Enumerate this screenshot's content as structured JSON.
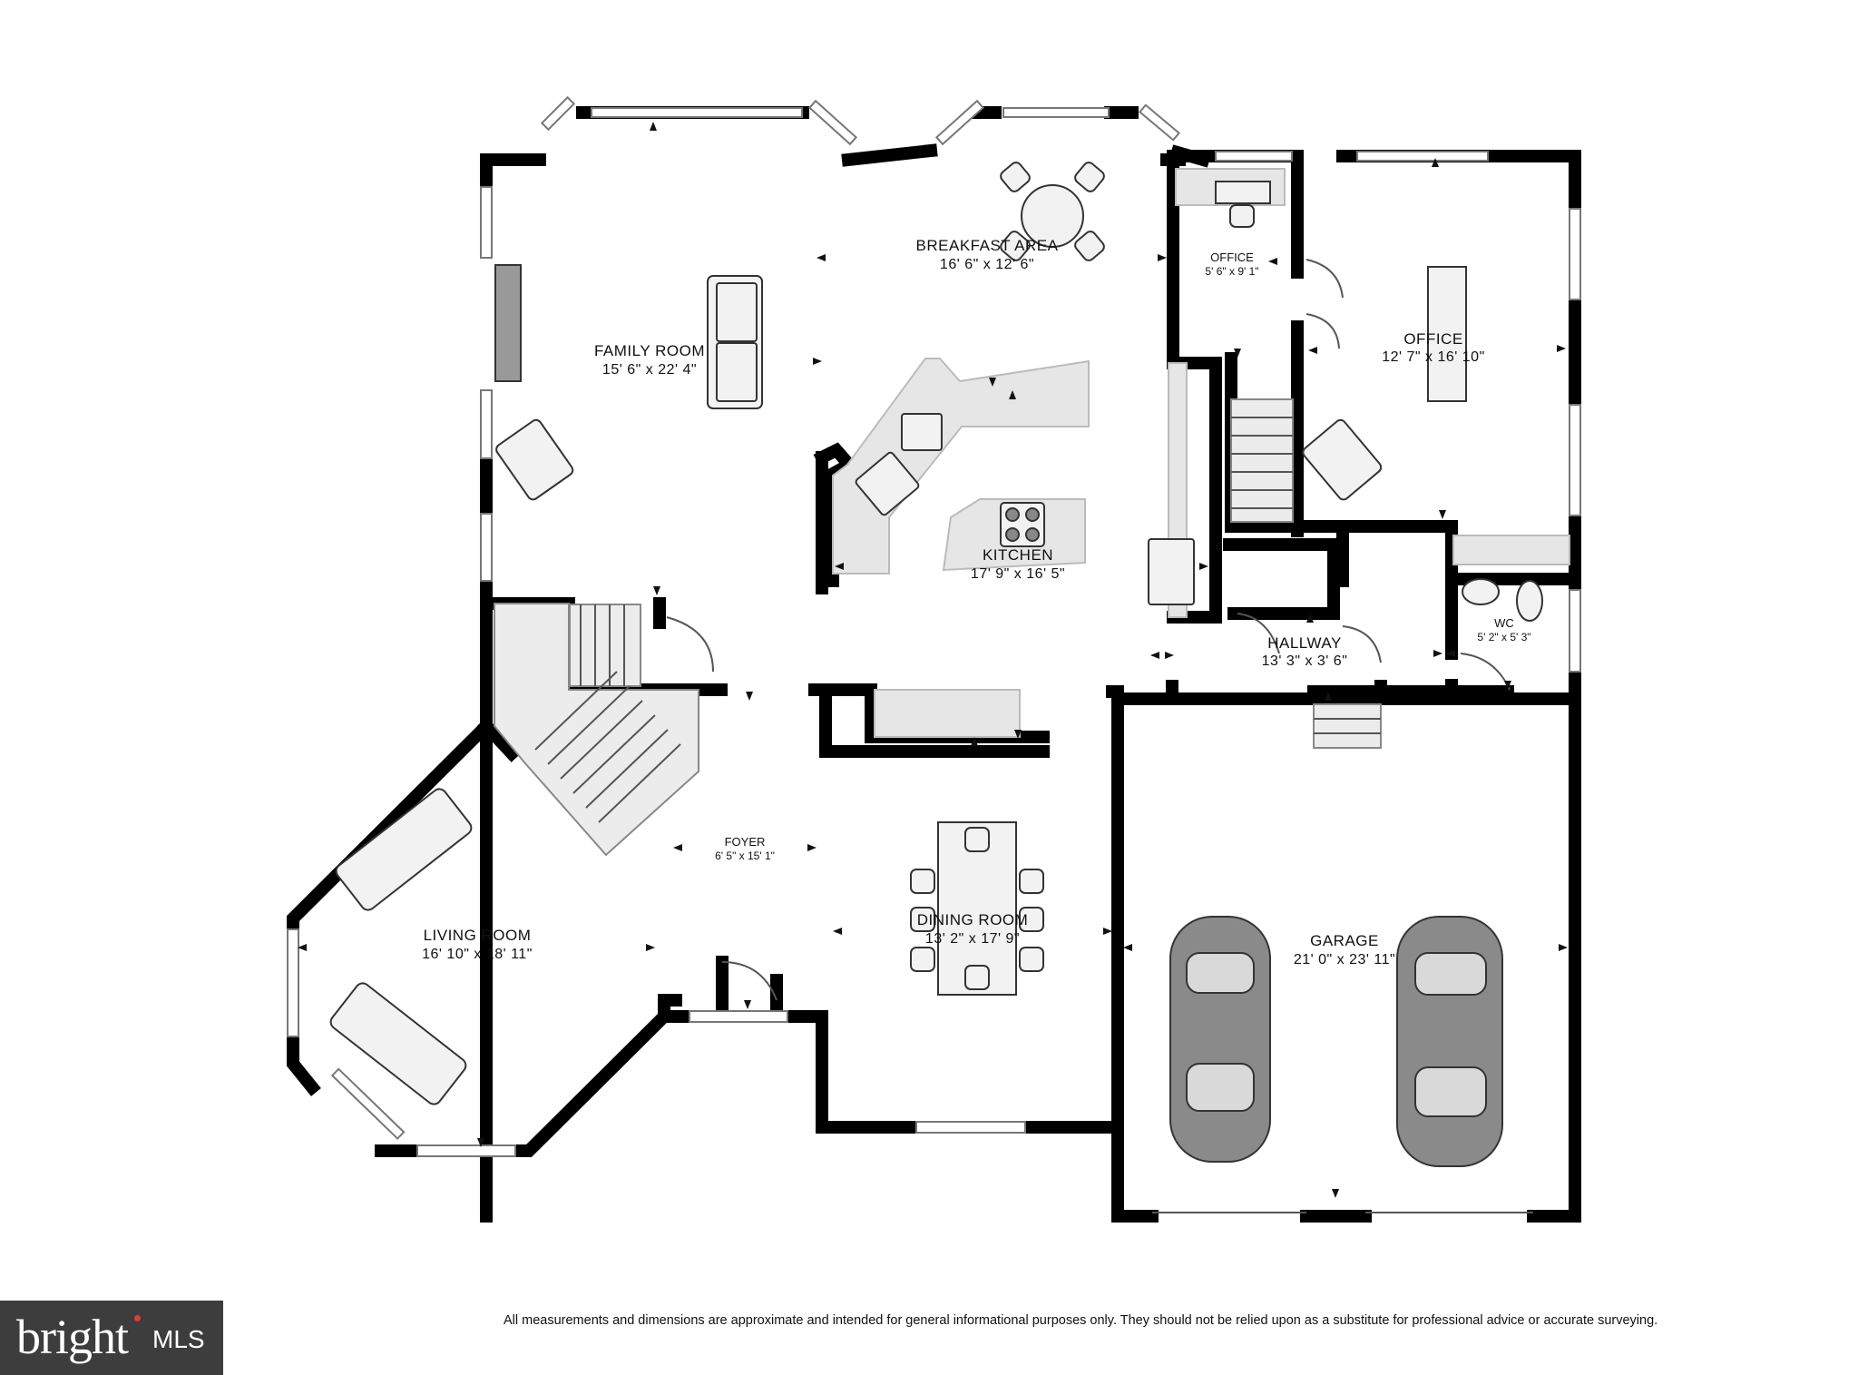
{
  "rooms": {
    "family_room": {
      "name": "FAMILY ROOM",
      "dims": "15' 6\" x 22' 4\""
    },
    "breakfast_area": {
      "name": "BREAKFAST AREA",
      "dims": "16' 6\" x 12' 6\""
    },
    "office_small": {
      "name": "OFFICE",
      "dims": "5' 6\" x 9' 1\""
    },
    "office_large": {
      "name": "OFFICE",
      "dims": "12' 7\" x 16' 10\""
    },
    "kitchen": {
      "name": "KITCHEN",
      "dims": "17' 9\" x 16' 5\""
    },
    "hallway": {
      "name": "HALLWAY",
      "dims": "13' 3\" x 3' 6\""
    },
    "wc": {
      "name": "WC",
      "dims": "5' 2\" x 5' 3\""
    },
    "foyer": {
      "name": "FOYER",
      "dims": "6' 5\" x 15' 1\""
    },
    "living_room": {
      "name": "LIVING ROOM",
      "dims": "16' 10\" x 18' 11\""
    },
    "dining_room": {
      "name": "DINING ROOM",
      "dims": "13' 2\" x 17' 9\""
    },
    "garage": {
      "name": "GARAGE",
      "dims": "21' 0\" x 23' 11\""
    }
  },
  "footer": {
    "logo_text": "bright",
    "logo_suffix": "MLS",
    "disclaimer": "All measurements and dimensions are approximate and intended for general informational purposes only. They should not be relied upon as a substitute for professional advice or accurate surveying."
  },
  "colors": {
    "wall": "#000000",
    "counter": "#e6e6e6",
    "car": "#8a8a8a",
    "logo_bg": "#3d3d3d",
    "logo_accent": "#e03a3a"
  }
}
